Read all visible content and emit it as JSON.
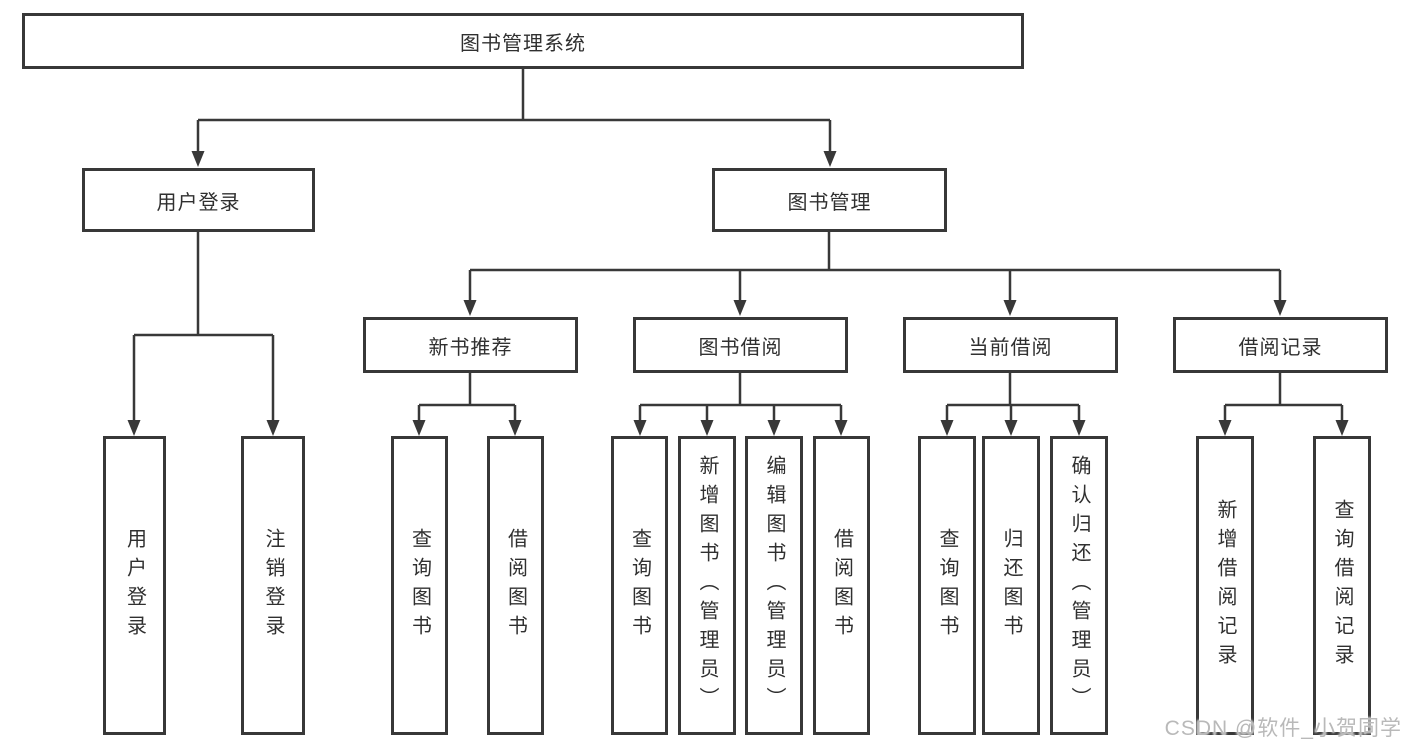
{
  "tree": {
    "label": "图书管理系统",
    "children": [
      {
        "label": "用户登录",
        "children": [
          {
            "label": "用户登录"
          },
          {
            "label": "注销登录"
          }
        ]
      },
      {
        "label": "图书管理",
        "children": [
          {
            "label": "新书推荐",
            "children": [
              {
                "label": "查询图书"
              },
              {
                "label": "借阅图书"
              }
            ]
          },
          {
            "label": "图书借阅",
            "children": [
              {
                "label": "查询图书"
              },
              {
                "label": "新增图书（管理员）"
              },
              {
                "label": "编辑图书（管理员）"
              },
              {
                "label": "借阅图书"
              }
            ]
          },
          {
            "label": "当前借阅",
            "children": [
              {
                "label": "查询图书"
              },
              {
                "label": "归还图书"
              },
              {
                "label": "确认归还（管理员）"
              }
            ]
          },
          {
            "label": "借阅记录",
            "children": [
              {
                "label": "新增借阅记录"
              },
              {
                "label": "查询借阅记录"
              }
            ]
          }
        ]
      }
    ]
  },
  "watermark": "CSDN @软件_小贺同学",
  "colors": {
    "line": "#383838",
    "text": "#303030",
    "watermark": "#b9b9b9",
    "background": "#ffffff"
  }
}
